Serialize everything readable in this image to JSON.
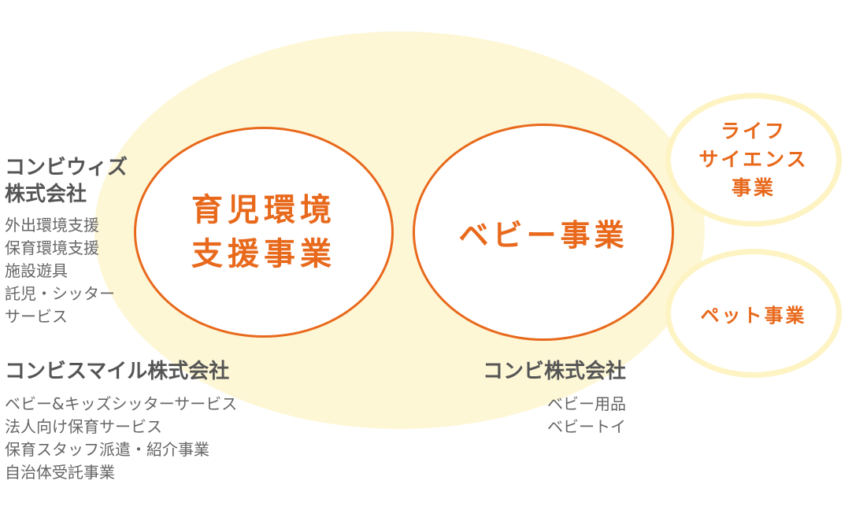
{
  "segments": {
    "ikuji": "育児環境\n支援事業",
    "baby": "ベビー事業",
    "life_science": "ライフ\nサイエンス\n事業",
    "pet": "ペット事業"
  },
  "companies": {
    "combi_wiz": {
      "name": "コンビウィズ\n株式会社",
      "items": [
        "外出環境支援",
        "保育環境支援",
        "施設遊具",
        "託児・シッター",
        "サービス"
      ]
    },
    "combi_smile": {
      "name": "コンビスマイル株式会社",
      "items": [
        "ベビー&キッズシッターサービス",
        "法人向け保育サービス",
        "保育スタッフ派遣・紹介事業",
        "自治体受託事業"
      ]
    },
    "combi": {
      "name": "コンビ株式会社",
      "items": [
        "ベビー用品",
        "ベビートイ"
      ]
    }
  },
  "colors": {
    "accent": "#e8691c",
    "background_ellipse": "#fdf7d6",
    "outer_ring": "#fdf3c3",
    "text_gray": "#555555"
  }
}
